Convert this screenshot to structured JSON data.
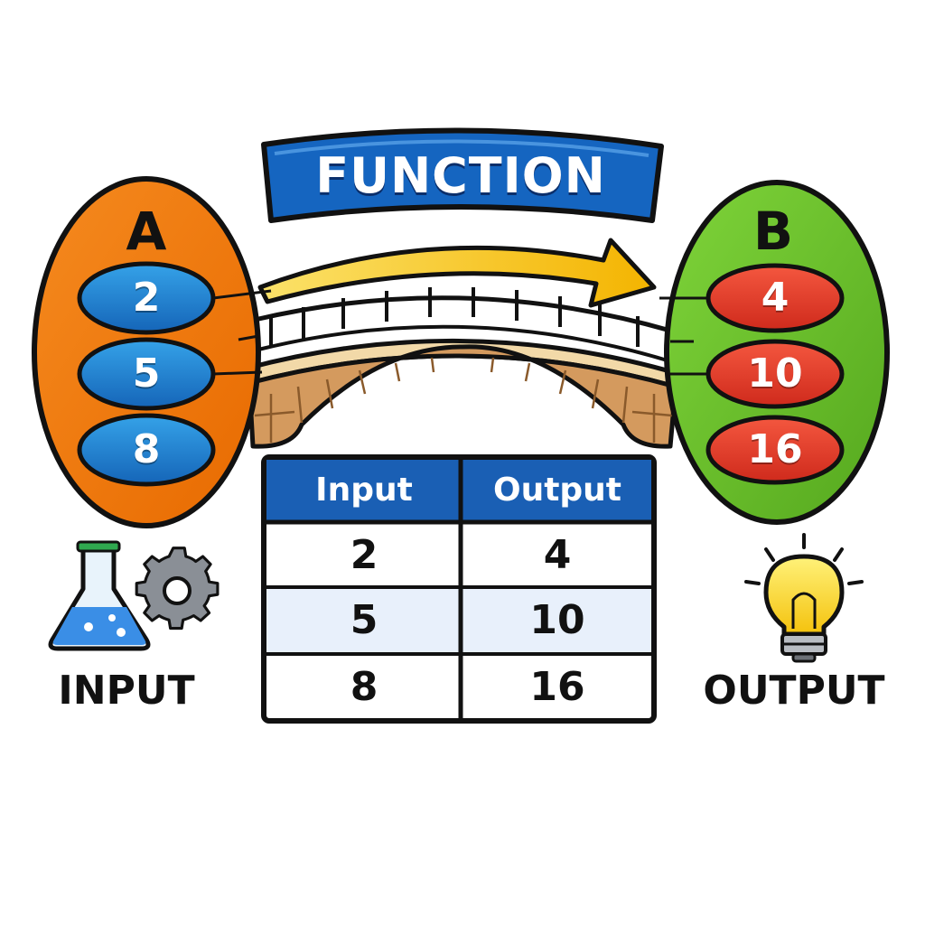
{
  "title": "FUNCTION",
  "set_a": {
    "label": "A",
    "values": [
      "2",
      "5",
      "8"
    ],
    "color": "#f07a10",
    "bubble_color": "#1a7fd0"
  },
  "set_b": {
    "label": "B",
    "values": [
      "4",
      "10",
      "16"
    ],
    "color": "#6cc22e",
    "bubble_color": "#e23a2a"
  },
  "table": {
    "headers": [
      "Input",
      "Output"
    ],
    "rows": [
      [
        "2",
        "4"
      ],
      [
        "5",
        "10"
      ],
      [
        "8",
        "16"
      ]
    ],
    "header_color": "#1a5fb4"
  },
  "captions": {
    "input": "INPUT",
    "output": "OUTPUT"
  },
  "icons": {
    "input": [
      "flask-icon",
      "gear-icon"
    ],
    "output": [
      "lightbulb-icon"
    ]
  },
  "colors": {
    "banner": "#1565c0",
    "arrow": "#f5c518",
    "bridge": "#d9a46a"
  }
}
